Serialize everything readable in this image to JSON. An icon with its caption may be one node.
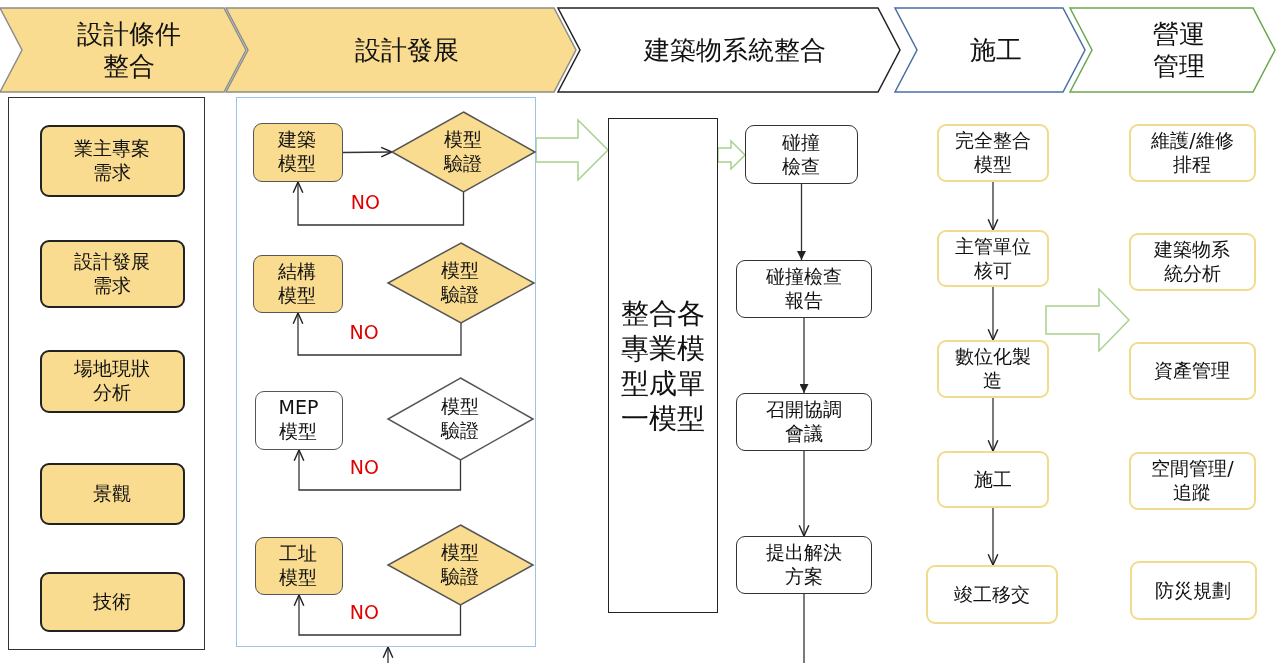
{
  "diagram": {
    "nodes": [
      {
        "text": [
          "設計條件整合"
        ]
      },
      {
        "text": [
          "設計發展"
        ]
      },
      {
        "text": [
          "建築物系統整合"
        ]
      },
      {
        "text": [
          "施工"
        ]
      },
      {
        "text": [
          "營運管理"
        ]
      },
      {
        "text": [],
        "shape": "box"
      },
      {
        "text": [
          "業主專案需求"
        ],
        "in": 5
      },
      {
        "text": [
          "設計發展需求"
        ],
        "in": 5
      },
      {
        "text": [
          "場地現狀分析"
        ],
        "in": 5
      },
      {
        "text": [
          "景觀"
        ],
        "in": 5
      },
      {
        "text": [
          "技術"
        ],
        "in": 5
      },
      {
        "text": [],
        "shape": "box"
      },
      {
        "text": [
          "建築模型"
        ],
        "in": 11
      },
      {
        "text": [
          "模型驗證"
        ],
        "in": 11
      },
      {
        "text": [
          "結構模型"
        ],
        "in": 11
      },
      {
        "text": [
          "模型驗證"
        ],
        "in": 11
      },
      {
        "text": [
          "MEP模型"
        ],
        "in": 11
      },
      {
        "text": [
          "模型驗證"
        ],
        "in": 11
      },
      {
        "text": [
          "工址模型"
        ],
        "in": 11
      },
      {
        "text": [
          "模型驗證"
        ],
        "in": 11
      },
      {
        "text": [
          "整合各專業模型成單一模型"
        ]
      },
      {
        "text": [
          "碰撞檢查"
        ]
      },
      {
        "text": [
          "碰撞檢查報告"
        ]
      },
      {
        "text": [
          "召開協調會議"
        ]
      },
      {
        "text": [
          "提出解決方案"
        ]
      },
      {
        "text": [
          "完全整合模型"
        ]
      },
      {
        "text": [
          "主管單位核可"
        ]
      },
      {
        "text": [
          "數位化製造"
        ]
      },
      {
        "text": [
          "施工"
        ]
      },
      {
        "text": [
          "竣工移交"
        ]
      },
      {
        "text": [
          "維護/維修排程"
        ]
      },
      {
        "text": [
          "建築物系統分析"
        ]
      },
      {
        "text": [
          "資產管理"
        ]
      },
      {
        "text": [
          "空間管理/追蹤"
        ]
      },
      {
        "text": [
          "防災規劃"
        ]
      }
    ],
    "edges": [
      {
        "from": 12,
        "to": 13,
        "arrow": "to"
      },
      {
        "from": 13,
        "to": 12,
        "arrow": "to",
        "label": "NO"
      },
      {
        "from": 15,
        "to": 14,
        "arrow": "to",
        "label": "NO"
      },
      {
        "from": 17,
        "to": 16,
        "arrow": "to",
        "label": "NO"
      },
      {
        "from": 19,
        "to": 18,
        "arrow": "to",
        "label": "NO"
      },
      {
        "from": 11,
        "to": 20,
        "arrow": "to",
        "style": "thick",
        "color": "#a9d18e"
      },
      {
        "from": 20,
        "to": 21,
        "arrow": "to",
        "style": "thick",
        "color": "#a9d18e"
      },
      {
        "from": 21,
        "to": 22,
        "arrow": "to"
      },
      {
        "from": 22,
        "to": 23,
        "arrow": "to"
      },
      {
        "from": 23,
        "to": 24,
        "arrow": "to"
      },
      {
        "from": 24,
        "to": null,
        "arrow": "none"
      },
      {
        "from": null,
        "to": 11,
        "arrow": "to"
      },
      {
        "from": 25,
        "to": 26,
        "arrow": "to"
      },
      {
        "from": 26,
        "to": 27,
        "arrow": "to"
      },
      {
        "from": 27,
        "to": 28,
        "arrow": "to"
      },
      {
        "from": 28,
        "to": 29,
        "arrow": "to"
      },
      {
        "from": 27,
        "to": 32,
        "arrow": "to",
        "style": "thick",
        "color": "#a9d18e"
      }
    ]
  }
}
